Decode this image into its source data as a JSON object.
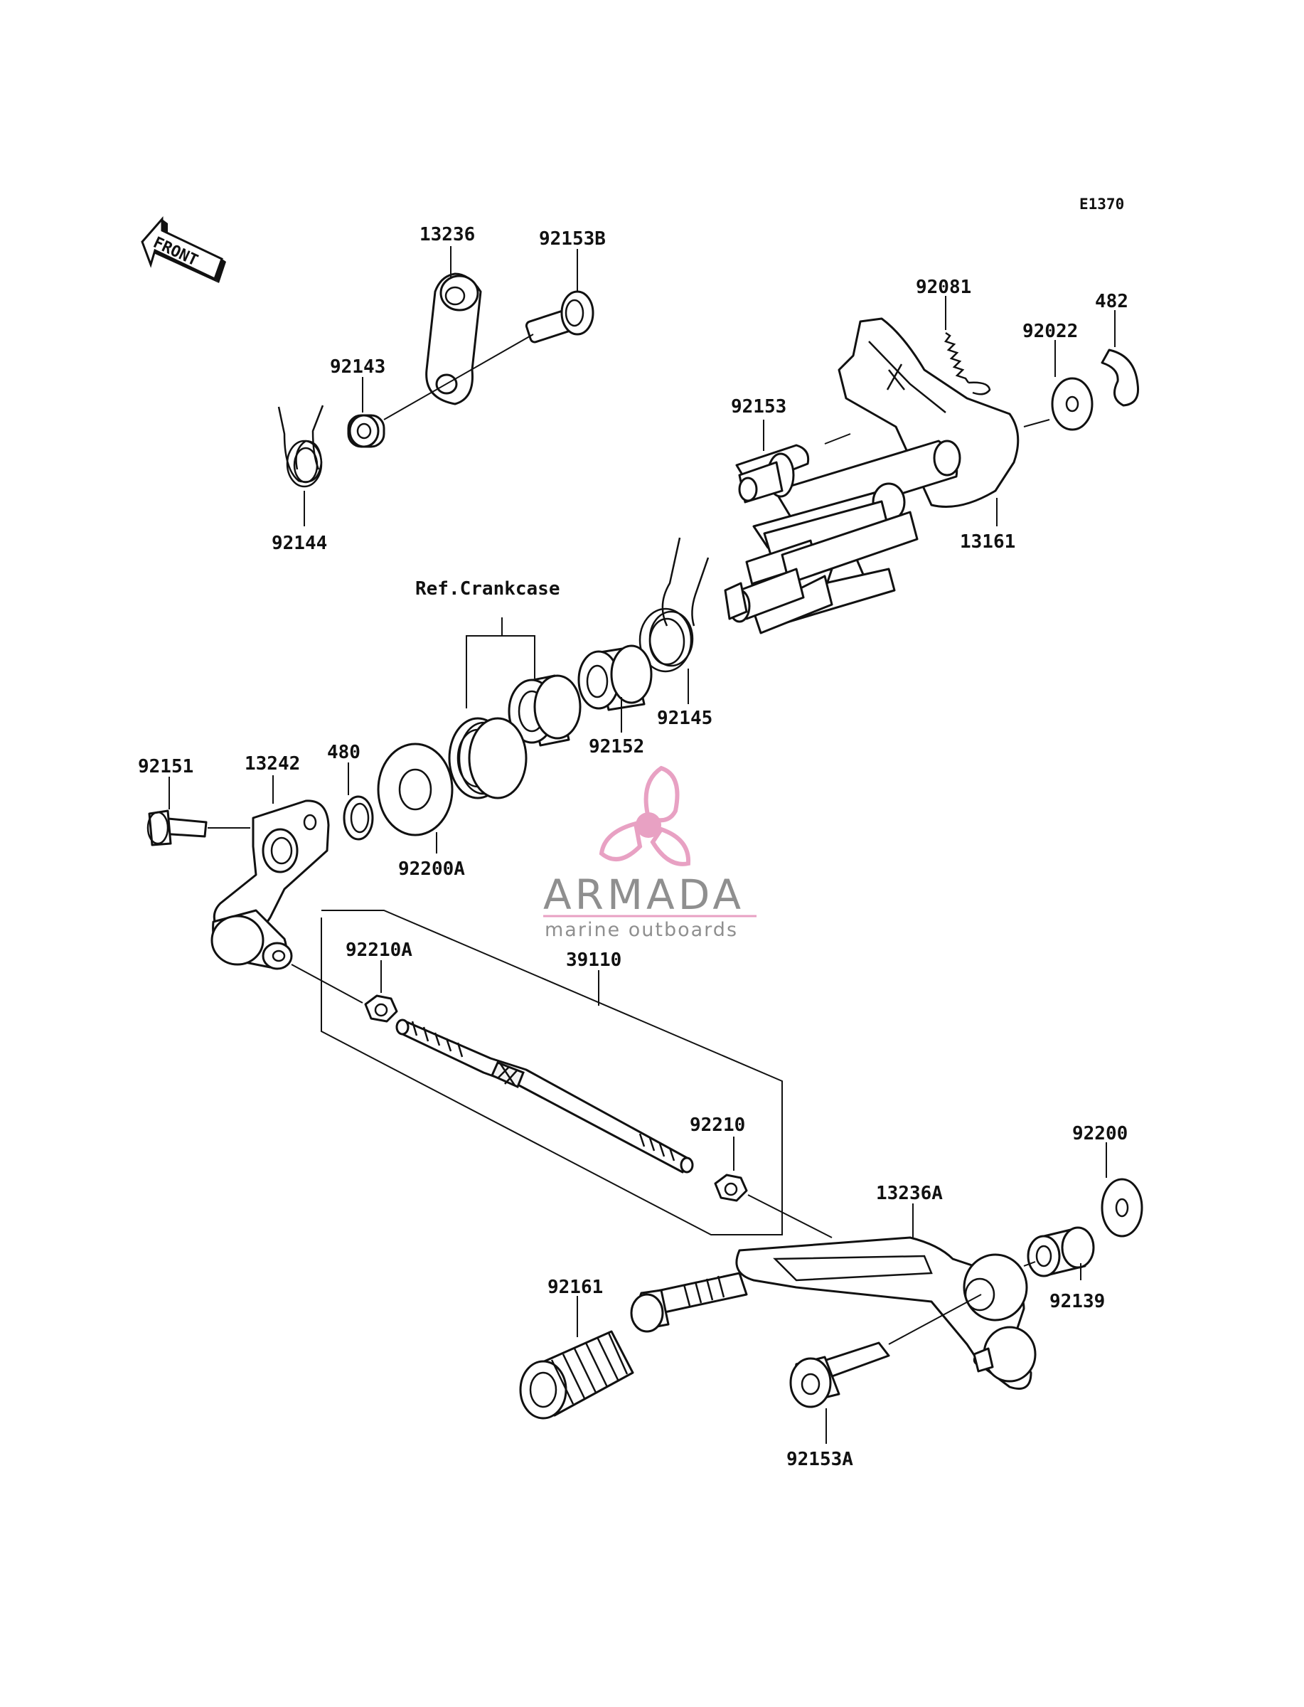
{
  "diagram_code": "E1370",
  "front_label": "FRONT",
  "ref_label": "Ref.Crankcase",
  "watermark": {
    "brand": "ARMADA",
    "tagline": "marine outboards",
    "color_pink": "#e79cc0",
    "color_gray": "#8a8a8a"
  },
  "parts": {
    "p13236": "13236",
    "p92153B": "92153B",
    "p92143": "92143",
    "p92144": "92144",
    "p92081": "92081",
    "p482": "482",
    "p92022": "92022",
    "p92153": "92153",
    "p13161": "13161",
    "p92145": "92145",
    "p92152": "92152",
    "p92151": "92151",
    "p13242": "13242",
    "p480": "480",
    "p92200A": "92200A",
    "p92210A": "92210A",
    "p39110": "39110",
    "p92210": "92210",
    "p92200": "92200",
    "p13236A": "13236A",
    "p92139": "92139",
    "p92161": "92161",
    "p92153A": "92153A"
  }
}
